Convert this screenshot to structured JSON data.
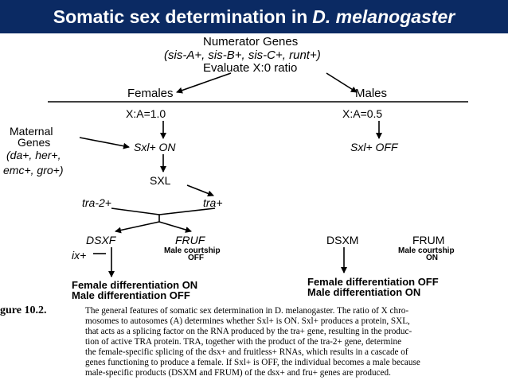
{
  "title": {
    "main": "Somatic sex determination in",
    "species": "D. melanogaster"
  },
  "diagram": {
    "numerator_genes": "Numerator Genes",
    "numerator_list": "(sis-A+, sis-B+, sis-C+, runt+)",
    "evaluate": "Evaluate X:0 ratio",
    "females": "Females",
    "males": "Males",
    "female_ratio": "X:A=1.0",
    "male_ratio": "X:A=0.5",
    "maternal_line1": "Maternal",
    "maternal_line2": "Genes",
    "maternal_line3": "(da+, her+,",
    "maternal_line4": "emc+, gro+)",
    "sxl_on": "Sxl+ ON",
    "sxl_off": "Sxl+ OFF",
    "sxl_protein": "SXL",
    "tra2": "tra-2+",
    "tra": "tra+",
    "dsx_f": "DSXF",
    "fru_f": "FRUF",
    "ix": "ix+",
    "male_courtship_off_1": "Male courtship",
    "male_courtship_off_2": "OFF",
    "dsx_m": "DSXM",
    "fru_m": "FRUM",
    "male_courtship_on_1": "Male courtship",
    "male_courtship_on_2": "ON",
    "female_outcome_1": "Female differentiation ON",
    "female_outcome_2": "Male differentiation OFF",
    "male_outcome_1": "Female differentiation OFF",
    "male_outcome_2": "Male differentiation ON"
  },
  "caption": {
    "label": "gure 10.2.",
    "lines": [
      "The general features of somatic sex determination in D. melanogaster. The ratio of X chro-",
      "mosomes to autosomes (A) determines whether Sxl+ is ON. Sxl+ produces a protein, SXL,",
      "that acts as a splicing factor on the RNA produced by the tra+ gene, resulting in the produc-",
      "tion of active TRA protein. TRA, together with the product of the tra-2+ gene, determine",
      "the female-specific splicing of the dsx+ and fruitless+ RNAs, which results in a cascade of",
      "genes functioning to produce a female. If Sxl+ is OFF, the individual becomes a male because",
      "male-specific products (DSXM and FRUM) of the dsx+ and fru+ genes are produced."
    ]
  },
  "colors": {
    "title_bar": "#0b2a63",
    "title_text": "#ffffff"
  }
}
